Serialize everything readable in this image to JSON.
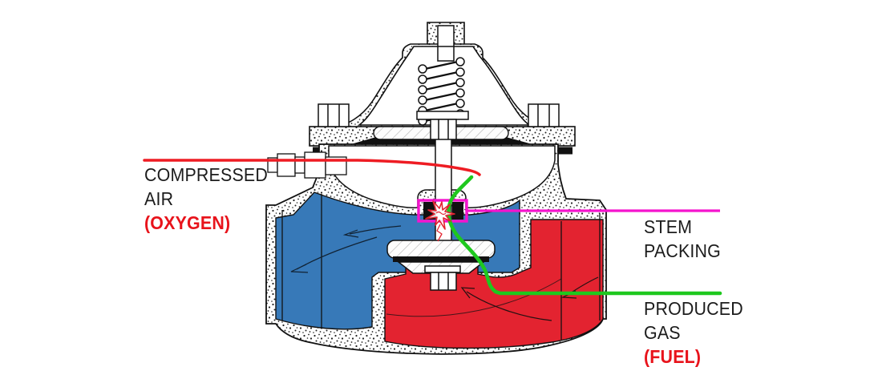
{
  "diagram": {
    "colors": {
      "region_blue": "#3779b8",
      "region_red": "#e32330",
      "air_line": "#ee1c23",
      "gas_line": "#1ec81e",
      "packing_line": "#f513ce",
      "text": "#1c1c1c",
      "accent_red_text": "#e8131b"
    },
    "labels": {
      "compressed_air": {
        "line1": "COMPRESSED",
        "line2": "AIR",
        "line3": "(OXYGEN)"
      },
      "stem_packing": {
        "line1": "STEM",
        "line2": "PACKING"
      },
      "produced_gas": {
        "line1": "PRODUCED",
        "line2": "GAS",
        "line3": "(FUEL)"
      }
    }
  }
}
